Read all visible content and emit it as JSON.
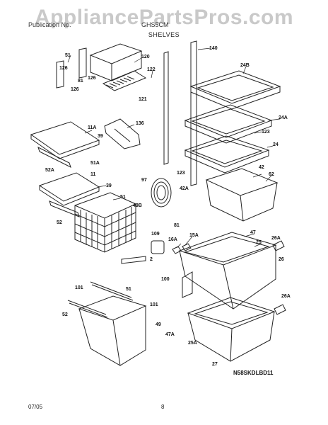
{
  "watermark": "AppliancePartsPros.com",
  "header": {
    "left": "Publication No.",
    "right": "GHS5CM",
    "section": "SHELVES"
  },
  "diagram_code": "N58SKDLBD11",
  "footer": {
    "date": "07/05",
    "page": "8"
  },
  "callouts": [
    "51",
    "126",
    "81",
    "126",
    "120",
    "122",
    "121",
    "140",
    "24B",
    "24A",
    "123",
    "24",
    "136",
    "11A",
    "39",
    "51A",
    "52A",
    "11",
    "39",
    "51",
    "49B",
    "52",
    "97",
    "123",
    "42A",
    "42",
    "62",
    "81",
    "109",
    "16A",
    "15A",
    "47",
    "25",
    "26A",
    "26",
    "2",
    "100",
    "101",
    "51",
    "101",
    "52",
    "49",
    "47A",
    "25A",
    "27",
    "26A"
  ]
}
